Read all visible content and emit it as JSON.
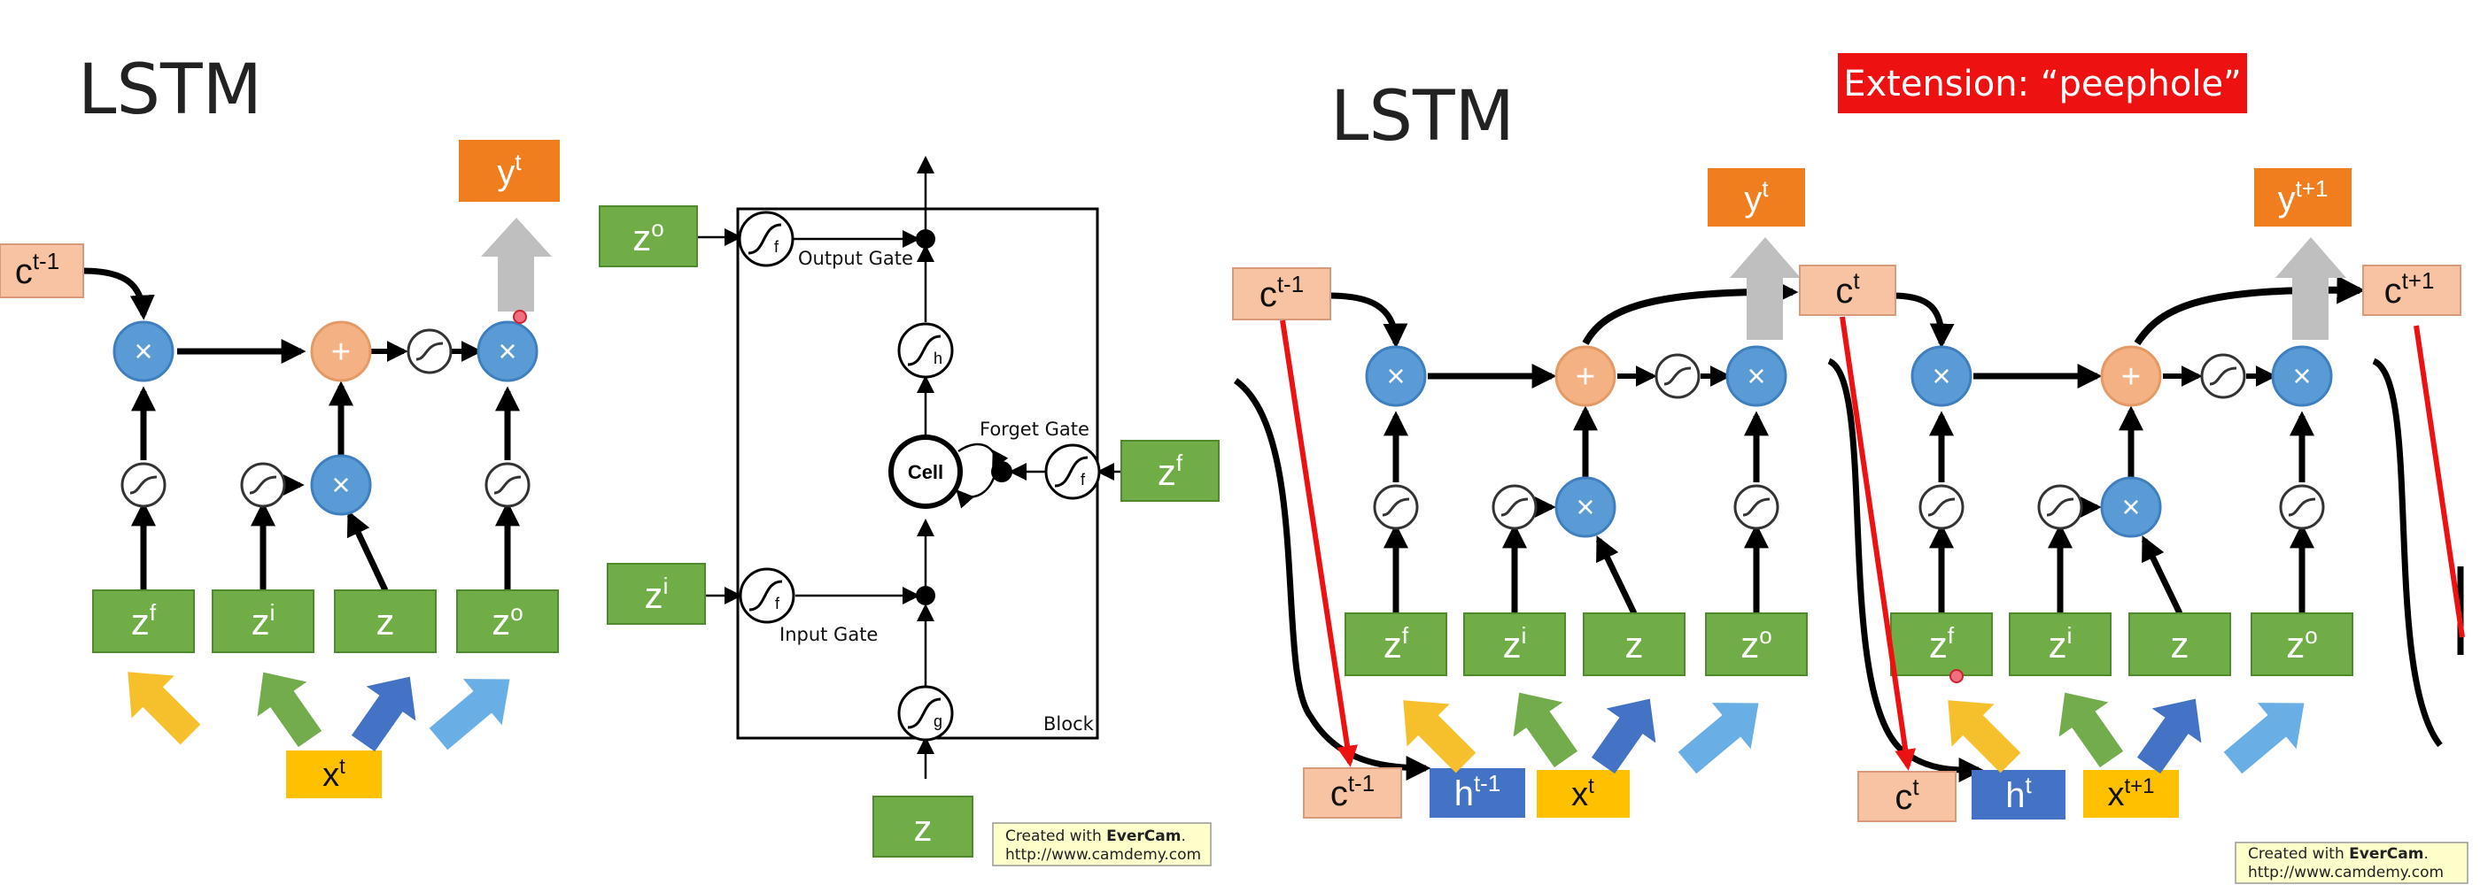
{
  "left_slide": {
    "title": "LSTM",
    "c_prev": {
      "base": "c",
      "sup": "t-1"
    },
    "y_out": {
      "base": "y",
      "sup": "t"
    },
    "inputs": [
      {
        "base": "z",
        "sup": "f"
      },
      {
        "base": "z",
        "sup": "i"
      },
      {
        "base": "z",
        "sup": ""
      },
      {
        "base": "z",
        "sup": "o"
      }
    ],
    "x_in": {
      "base": "x",
      "sup": "t"
    }
  },
  "block_diagram": {
    "z_output": {
      "base": "z",
      "sup": "o"
    },
    "z_input": {
      "base": "z",
      "sup": "i"
    },
    "z_forget": {
      "base": "z",
      "sup": "f"
    },
    "z_main": {
      "base": "z",
      "sup": ""
    },
    "f_label": "f",
    "h_label": "h",
    "g_label": "g",
    "cell_label": "Cell",
    "output_gate_label": "Output Gate",
    "input_gate_label": "Input Gate",
    "forget_gate_label": "Forget Gate",
    "block_label": "Block"
  },
  "watermark": {
    "prefix": "Created with ",
    "brand": "EverCam",
    "suffix": ".",
    "url": "http://www.camdemy.com"
  },
  "right_slide": {
    "title": "LSTM",
    "extension_badge": "Extension: “peephole”",
    "cells": [
      {
        "c_in": {
          "base": "c",
          "sup": "t-1"
        },
        "y_out": {
          "base": "y",
          "sup": "t"
        },
        "c_out": {
          "base": "c",
          "sup": "t"
        },
        "z_boxes": [
          {
            "base": "z",
            "sup": "f"
          },
          {
            "base": "z",
            "sup": "i"
          },
          {
            "base": "z",
            "sup": ""
          },
          {
            "base": "z",
            "sup": "o"
          }
        ],
        "bottom_c": {
          "base": "c",
          "sup": "t-1"
        },
        "bottom_h": {
          "base": "h",
          "sup": "t-1"
        },
        "bottom_x": {
          "base": "x",
          "sup": "t"
        }
      },
      {
        "y_out": {
          "base": "y",
          "sup": "t+1"
        },
        "c_out": {
          "base": "c",
          "sup": "t+1"
        },
        "z_boxes": [
          {
            "base": "z",
            "sup": "f"
          },
          {
            "base": "z",
            "sup": "i"
          },
          {
            "base": "z",
            "sup": ""
          },
          {
            "base": "z",
            "sup": "o"
          }
        ],
        "bottom_c": {
          "base": "c",
          "sup": "t"
        },
        "bottom_h": {
          "base": "h",
          "sup": "t"
        },
        "bottom_x": {
          "base": "x",
          "sup": "t+1"
        }
      }
    ]
  },
  "colors": {
    "green_box": "#70ad47",
    "green_border": "#4f8a2f",
    "orange_box": "#f07d1e",
    "salmon_box": "#f8c3a3",
    "salmon_border": "#d89a78",
    "yellow_box": "#ffc000",
    "blue_box": "#4472c4",
    "blue_node": "#5b9bd5",
    "salmon_node": "#f4b183",
    "red": "#ee1111",
    "gray_arrow": "#bfbfbf",
    "note_bg": "#ffffcc",
    "arrow_yellow": "#f6c02c",
    "arrow_green": "#72ac4d",
    "arrow_blue_dark": "#4472c4",
    "arrow_blue_light": "#6aaee6"
  }
}
